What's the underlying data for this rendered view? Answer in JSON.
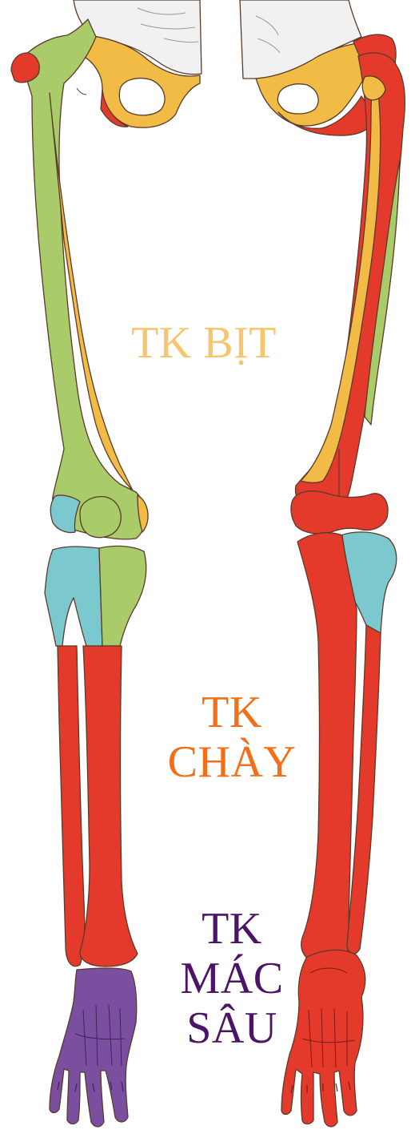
{
  "labels": {
    "bit": {
      "lines": [
        "TK BỊT"
      ],
      "color": "#F7C56D"
    },
    "chay": {
      "lines": [
        "TK",
        "CHÀY"
      ],
      "color": "#F36E16"
    },
    "mac_sau": {
      "lines": [
        "TK",
        "MÁC",
        "SÂU"
      ],
      "color": "#4B1466"
    }
  },
  "colors": {
    "thigh_green": "#A9CB6A",
    "femur_yellow": "#F2BB45",
    "red": "#E33A2C",
    "knee_blue": "#7CC8CF",
    "foot_purple": "#7A4FA0",
    "pelvis_grey": "#F1F1F1",
    "outline": "#5A3A2A"
  }
}
